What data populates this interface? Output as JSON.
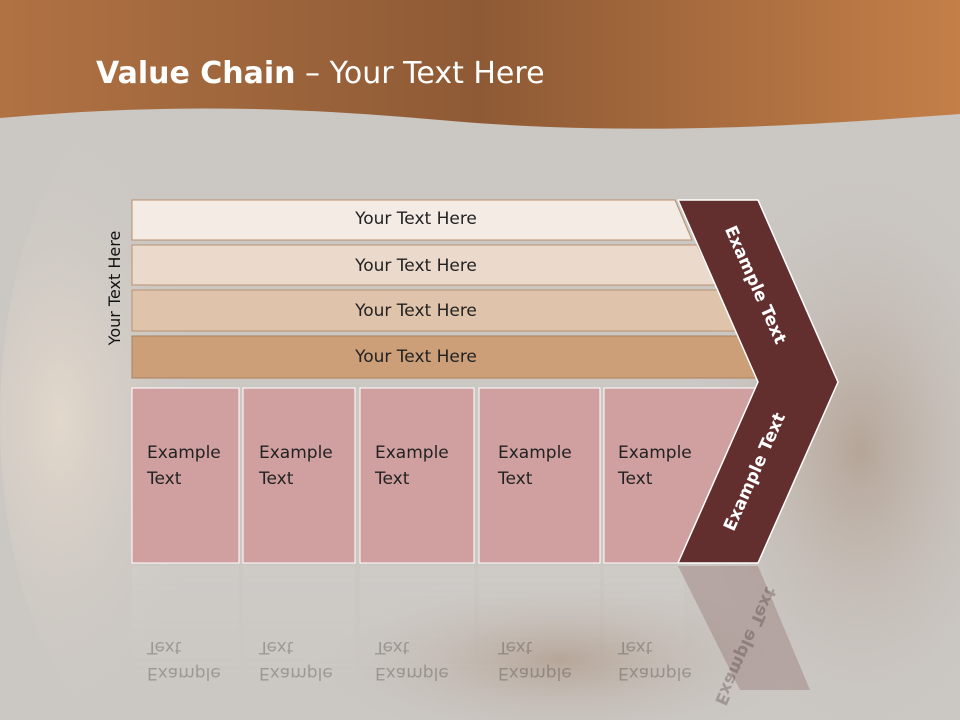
{
  "slide": {
    "title_bold": "Value Chain",
    "title_rest": " – Your Text Here",
    "vertical_label": "Your Text Here",
    "rows": [
      {
        "label": "Your Text Here"
      },
      {
        "label": "Your Text Here"
      },
      {
        "label": "Your Text Here"
      },
      {
        "label": "Your Text Here"
      }
    ],
    "boxes": [
      {
        "line1": "Example",
        "line2": "Text"
      },
      {
        "line1": "Example",
        "line2": "Text"
      },
      {
        "line1": "Example",
        "line2": "Text"
      },
      {
        "line1": "Example",
        "line2": "Text"
      },
      {
        "line1": "Example",
        "line2": "Text"
      }
    ],
    "chevron": {
      "upper": "Example Text",
      "lower": "Example Text"
    }
  },
  "colors": {
    "header": "#9a5f33",
    "row1": "#f4ebe5",
    "row2": "#ebd9cc",
    "row3": "#e0c3ab",
    "row4": "#cd9f79",
    "box": "#d09fa0",
    "chevron": "#632e2e"
  }
}
